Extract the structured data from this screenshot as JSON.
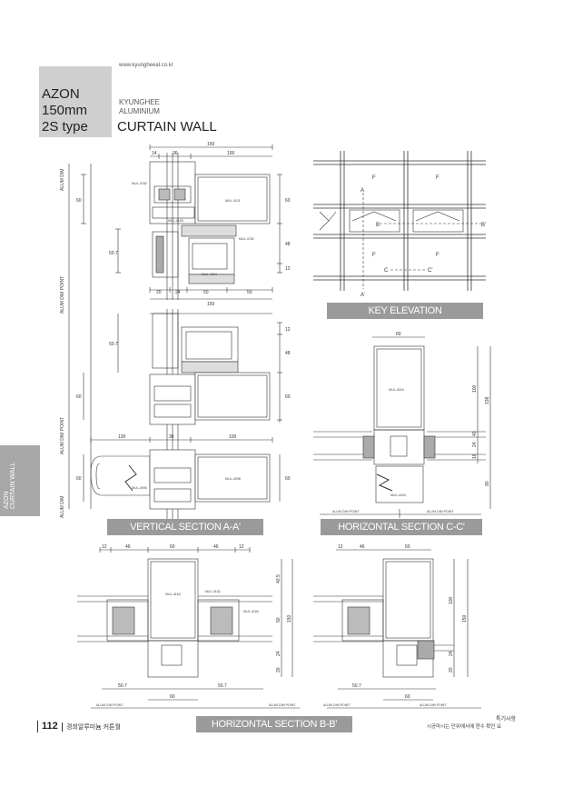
{
  "website": "www.kyungheeal.co.kr",
  "product": {
    "line1": "AZON",
    "line2": "150mm",
    "line3": "2S type"
  },
  "brand": {
    "line1": "KYUNGHEE",
    "line2": "ALUMINIUM",
    "title": "CURTAIN WALL"
  },
  "side_tab": {
    "line1": "AZON",
    "line2": "CURTAIN WALL"
  },
  "sections": {
    "key_elevation": "KEY ELEVATION",
    "vertical_aa": "VERTICAL SECTION A-A'",
    "horizontal_cc": "HORIZONTAL SECTION C-C'",
    "horizontal_bb": "HORIZONTAL SECTION B-B'"
  },
  "footer": {
    "page": "112",
    "left": "경희알루미늄 커튼월",
    "right1": "특기사항",
    "right2": "시공마시는 단위에서에 현수 확인 요"
  },
  "vertical_dims": {
    "top_total": "150",
    "top_a": "14",
    "top_b": "36",
    "top_c": "100",
    "mid_a": "20",
    "mid_b": "24",
    "mid_c": "50",
    "mid_d": "50",
    "mid_total": "150",
    "side_60": "60",
    "side_507": "50.7",
    "side_60b": "60",
    "side_48": "48",
    "side_12": "12",
    "side2_507": "50.7",
    "side2_12": "12",
    "side2_48": "48",
    "side2_60": "60",
    "side2_60b": "60",
    "bot_130": "130",
    "bot_36": "36",
    "bot_100": "100",
    "bot_60": "60",
    "bot_60b": "60",
    "dim_point_1": "ALUM DIM",
    "dim_point_2": "ALUM DIM POINT",
    "dim_point_3": "ALUM DIM POINT",
    "dim_point_4": "ALUM DIM",
    "mul_4782": "MUL-4782",
    "mul_4101": "MUL-4101",
    "mul_4183": "MUL-4183",
    "mul_4782b": "MUL-4782",
    "mul_4094": "MUL-4094",
    "mul_4096": "MUL-4096",
    "mul_4098": "MUL-4098"
  },
  "key_elevation_labels": {
    "a": "A",
    "a2": "A'",
    "b": "B",
    "b2": "B'",
    "c": "C",
    "c2": "C'",
    "f1": "F",
    "f2": "F",
    "f3": "F",
    "f4": "F"
  },
  "horizontal_cc_dims": {
    "top": "60",
    "r100": "100",
    "r138": "138",
    "r24": "24",
    "r16": "16",
    "r40": "40",
    "r90": "90",
    "mul": "MUL-4016",
    "mul2": "MUL-4043",
    "dim1": "ALUM DIM POINT",
    "dim2": "ALUM DIM POINT"
  },
  "horizontal_bb_dims": {
    "l12": "12",
    "l46": "46",
    "l60": "60",
    "l46b": "46",
    "l12b": "12",
    "r12": "12",
    "r46": "46",
    "r60": "60",
    "v405": "40.5",
    "v50": "50",
    "v24": "24",
    "v20": "20",
    "v150": "150",
    "w100": "100",
    "w150": "150",
    "w24": "24",
    "w20": "20",
    "b507": "50.7",
    "b60": "60",
    "b507b": "50.7",
    "c507": "50.7",
    "c60": "60",
    "mul1": "MUL-4163",
    "mul2": "MUL-4182",
    "mul3": "MUL-4184",
    "dp1": "ALUM DIM POINT",
    "dp2": "ALUM DIM POINT",
    "dp3": "ALUM DIM POINT",
    "dp4": "ALUM DIM POINT"
  }
}
